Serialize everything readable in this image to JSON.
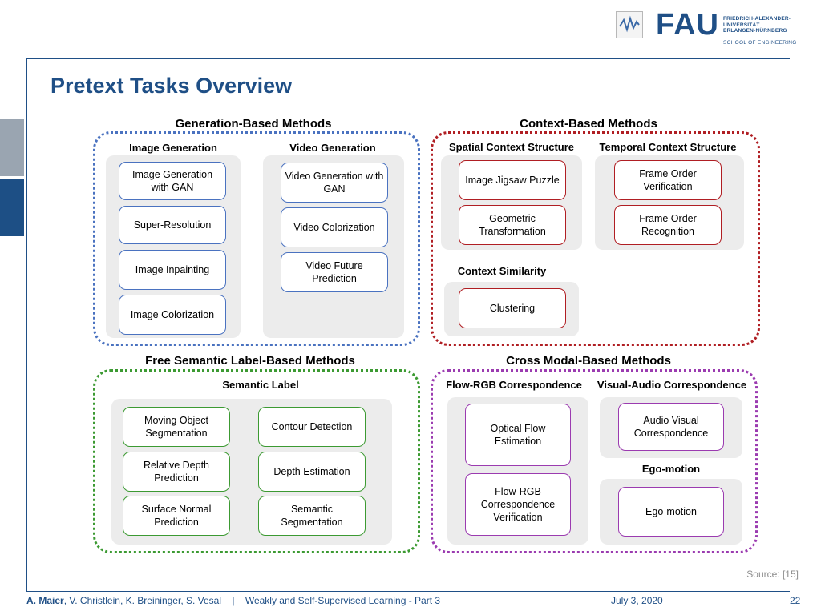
{
  "header": {
    "logo_main": "FAU",
    "logo_uni_lines": [
      "FRIEDRICH-ALEXANDER-",
      "UNIVERSITÄT",
      "ERLANGEN-NÜRNBERG"
    ],
    "logo_school": "SCHOOL OF ENGINEERING"
  },
  "slide": {
    "title": "Pretext Tasks Overview"
  },
  "sections": {
    "generation": {
      "title": "Generation-Based Methods",
      "color": "#4a72c0",
      "image_generation": {
        "title": "Image Generation",
        "items": [
          "Image Generation with GAN",
          "Super-Resolution",
          "Image Inpainting",
          "Image Colorization"
        ]
      },
      "video_generation": {
        "title": "Video Generation",
        "items": [
          "Video Generation with GAN",
          "Video Colorization",
          "Video Future Prediction"
        ]
      }
    },
    "context": {
      "title": "Context-Based Methods",
      "color": "#b01e23",
      "spatial": {
        "title": "Spatial Context Structure",
        "items": [
          "Image Jigsaw Puzzle",
          "Geometric Transformation"
        ]
      },
      "temporal": {
        "title": "Temporal Context Structure",
        "items": [
          "Frame Order Verification",
          "Frame Order Recognition"
        ]
      },
      "similarity": {
        "title": "Context Similarity",
        "items": [
          "Clustering"
        ]
      }
    },
    "semantic": {
      "title": "Free Semantic Label-Based Methods",
      "color": "#3c9a32",
      "label": {
        "title": "Semantic Label",
        "items": [
          "Moving Object Segmentation",
          "Contour Detection",
          "Relative Depth Prediction",
          "Depth Estimation",
          "Surface Normal Prediction",
          "Semantic Segmentation"
        ]
      }
    },
    "crossmodal": {
      "title": "Cross Modal-Based Methods",
      "color": "#9b3bb0",
      "flow_rgb": {
        "title": "Flow-RGB Correspondence",
        "items": [
          "Optical Flow Estimation",
          "Flow-RGB Correspondence Verification"
        ]
      },
      "visual_audio": {
        "title": "Visual-Audio Correspondence",
        "items": [
          "Audio Visual Correspondence"
        ]
      },
      "ego_motion": {
        "title": "Ego-motion",
        "items": [
          "Ego-motion"
        ]
      }
    }
  },
  "source": "Source: [15]",
  "footer": {
    "author_main": "A. Maier",
    "authors_rest": ", V. Christlein, K. Breininger, S. Vesal",
    "separator": "|",
    "course": "Weakly and Self-Supervised Learning - Part 3",
    "date": "July 3, 2020",
    "page": "22"
  }
}
